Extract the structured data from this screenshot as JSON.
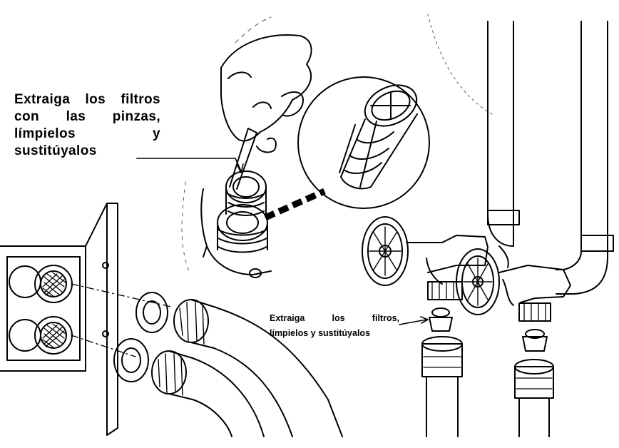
{
  "labels": {
    "main_lines": [
      "Extraiga los filtros",
      "con las pinzas,",
      "límpielos y",
      "sustitúyalos"
    ],
    "small_lines": [
      "Extraiga los filtros,",
      "límpielos y sustitúyalos"
    ]
  },
  "colors": {
    "ink": "#000000",
    "paper": "#ffffff"
  }
}
